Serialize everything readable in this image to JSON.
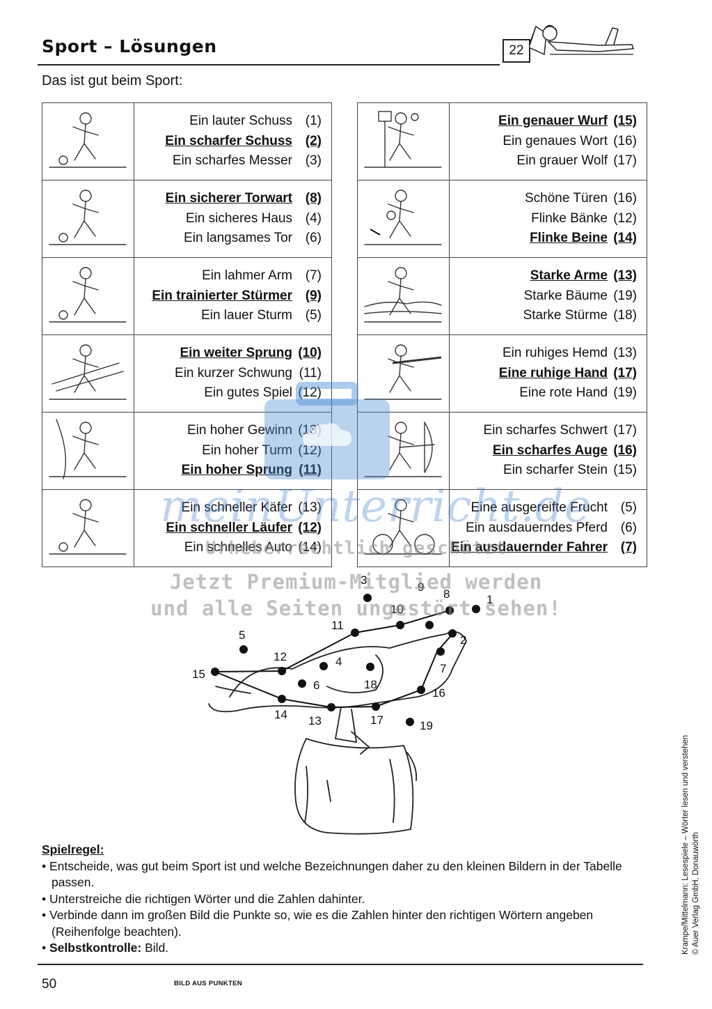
{
  "header": {
    "title": "Sport – Lösungen",
    "page_badge": "22"
  },
  "intro": "Das ist gut beim Sport:",
  "left_table": [
    {
      "picture": "footballer-kicking-icon",
      "lines": [
        {
          "text": "Ein lauter Schuss",
          "num": "(1)",
          "correct": false
        },
        {
          "text": "Ein scharfer Schuss",
          "num": "(2)",
          "correct": true
        },
        {
          "text": "Ein scharfes Messer",
          "num": "(3)",
          "correct": false
        }
      ]
    },
    {
      "picture": "goalkeeper-diving-icon",
      "lines": [
        {
          "text": "Ein sicherer Torwart",
          "num": "(8)",
          "correct": true
        },
        {
          "text": "Ein sicheres Haus",
          "num": "(4)",
          "correct": false
        },
        {
          "text": "Ein langsames Tor",
          "num": "(6)",
          "correct": false
        }
      ]
    },
    {
      "picture": "striker-running-icon",
      "lines": [
        {
          "text": "Ein lahmer Arm",
          "num": "(7)",
          "correct": false
        },
        {
          "text": "Ein trainierter Stürmer",
          "num": "(9)",
          "correct": true
        },
        {
          "text": "Ein lauer Sturm",
          "num": "(5)",
          "correct": false
        }
      ]
    },
    {
      "picture": "long-jumper-icon",
      "lines": [
        {
          "text": "Ein weiter Sprung",
          "num": "(10)",
          "correct": true
        },
        {
          "text": "Ein kurzer Schwung",
          "num": "(11)",
          "correct": false
        },
        {
          "text": "Ein gutes Spiel",
          "num": "(12)",
          "correct": false
        }
      ]
    },
    {
      "picture": "high-jumper-icon",
      "lines": [
        {
          "text": "Ein hoher Gewinn",
          "num": "(13)",
          "correct": false
        },
        {
          "text": "Ein hoher Turm",
          "num": "(12)",
          "correct": false
        },
        {
          "text": "Ein hoher Sprung",
          "num": "(11)",
          "correct": true
        }
      ]
    },
    {
      "picture": "runner-icon",
      "lines": [
        {
          "text": "Ein schneller Käfer",
          "num": "(13)",
          "correct": false
        },
        {
          "text": "Ein schneller Läufer",
          "num": "(12)",
          "correct": true
        },
        {
          "text": "Ein schnelles Auto",
          "num": "(14)",
          "correct": false
        }
      ]
    }
  ],
  "right_table": [
    {
      "picture": "basketball-throw-icon",
      "lines": [
        {
          "text": "Ein genauer Wurf",
          "num": "(15)",
          "correct": true
        },
        {
          "text": "Ein genaues Wort",
          "num": "(16)",
          "correct": false
        },
        {
          "text": "Ein grauer Wolf",
          "num": "(17)",
          "correct": false
        }
      ]
    },
    {
      "picture": "basketball-dribble-icon",
      "lines": [
        {
          "text": "Schöne Türen",
          "num": "(16)",
          "correct": false
        },
        {
          "text": "Flinke Bänke",
          "num": "(12)",
          "correct": false
        },
        {
          "text": "Flinke Beine",
          "num": "(14)",
          "correct": true
        }
      ]
    },
    {
      "picture": "swimmer-icon",
      "lines": [
        {
          "text": "Starke Arme",
          "num": "(13)",
          "correct": true
        },
        {
          "text": "Starke Bäume",
          "num": "(19)",
          "correct": false
        },
        {
          "text": "Starke Stürme",
          "num": "(18)",
          "correct": false
        }
      ]
    },
    {
      "picture": "shooter-icon",
      "lines": [
        {
          "text": "Ein ruhiges Hemd",
          "num": "(13)",
          "correct": false
        },
        {
          "text": "Eine ruhige Hand",
          "num": "(17)",
          "correct": true
        },
        {
          "text": "Eine rote Hand",
          "num": "(19)",
          "correct": false
        }
      ]
    },
    {
      "picture": "archer-icon",
      "lines": [
        {
          "text": "Ein scharfes Schwert",
          "num": "(17)",
          "correct": false
        },
        {
          "text": "Ein scharfes Auge",
          "num": "(16)",
          "correct": true
        },
        {
          "text": "Ein scharfer Stein",
          "num": "(15)",
          "correct": false
        }
      ]
    },
    {
      "picture": "cyclist-icon",
      "lines": [
        {
          "text": "Eine ausgereifte Frucht",
          "num": "(5)",
          "correct": false
        },
        {
          "text": "Ein ausdauerndes Pferd",
          "num": "(6)",
          "correct": false
        },
        {
          "text": "Ein ausdauernder Fahrer",
          "num": "(7)",
          "correct": true
        }
      ]
    }
  ],
  "dots": [
    "1",
    "2",
    "3",
    "4",
    "5",
    "6",
    "7",
    "8",
    "9",
    "10",
    "11",
    "12",
    "13",
    "14",
    "15",
    "16",
    "17",
    "18",
    "19"
  ],
  "rules": {
    "heading": "Spielregel:",
    "items": [
      "Entscheide, was gut beim Sport ist und welche Bezeichnungen daher zu den kleinen Bildern in der Tabelle passen.",
      "Unterstreiche die richtigen Wörter und die Zahlen dahinter.",
      "Verbinde dann im großen Bild die Punkte so, wie es die Zahlen hinter den richtigen Wörtern angeben (Reihenfolge beachten)."
    ],
    "self_check_label": "Selbstkontrolle:",
    "self_check_value": "Bild."
  },
  "footer": {
    "page_number": "50",
    "section": "BILD AUS PUNKTEN",
    "credit_line1": "Krampe/Mittelmann: Lesespiele – Wörter lesen und verstehen",
    "credit_line2": "© Auer Verlag GmbH, Donauwörth"
  },
  "watermark": {
    "brand": "meinUnterricht.de",
    "line1": "Urheberrechtlich geschützt",
    "line2": "Jetzt Premium-Mitglied werden",
    "line3": "und alle Seiten ungestört sehen!"
  }
}
